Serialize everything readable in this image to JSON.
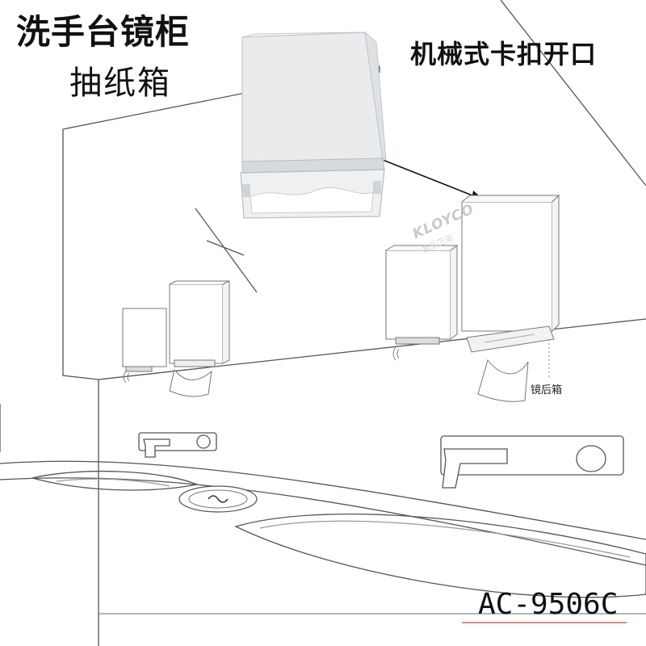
{
  "title_line1": "洗手台镜柜",
  "title_line2": "抽纸箱",
  "subtitle": "机械式卡扣开口",
  "behind_mirror_label": "镜后箱",
  "model_number": "AC-9506C",
  "brand_logo": "KLOYCO",
  "brand_logo_sub": "凯乐卫浴",
  "colors": {
    "line": "#555555",
    "box_fill": "#eceef0",
    "box_edge": "#b8bcc0",
    "accent_underline": "#d98a8a"
  },
  "icons": [
    "sensor-wave-icon",
    "faucet-icon",
    "flush-button-icon"
  ]
}
